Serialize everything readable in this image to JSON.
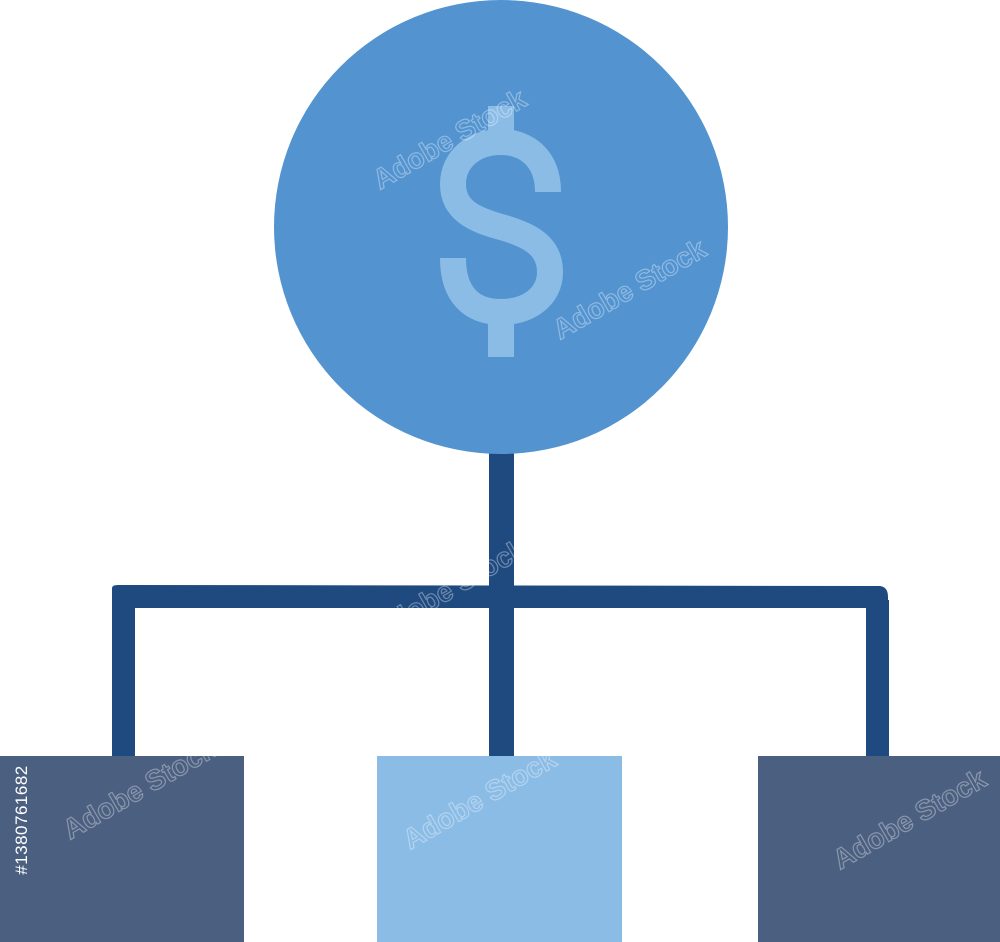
{
  "diagram": {
    "icon": "dollar-coin-icon",
    "symbol": "$",
    "children": [
      {
        "id": "left"
      },
      {
        "id": "center"
      },
      {
        "id": "right"
      }
    ]
  },
  "watermark": {
    "text": "Adobe Stock",
    "side_text": "#1380761682"
  },
  "colors": {
    "background": "#ffffff",
    "coin": "#5394d0",
    "dollar_sign": "#8bbce6",
    "connector": "#1f4a80",
    "box_dark": "#4b5f80",
    "box_light": "#8bbce6",
    "watermark": "#ffffff"
  }
}
